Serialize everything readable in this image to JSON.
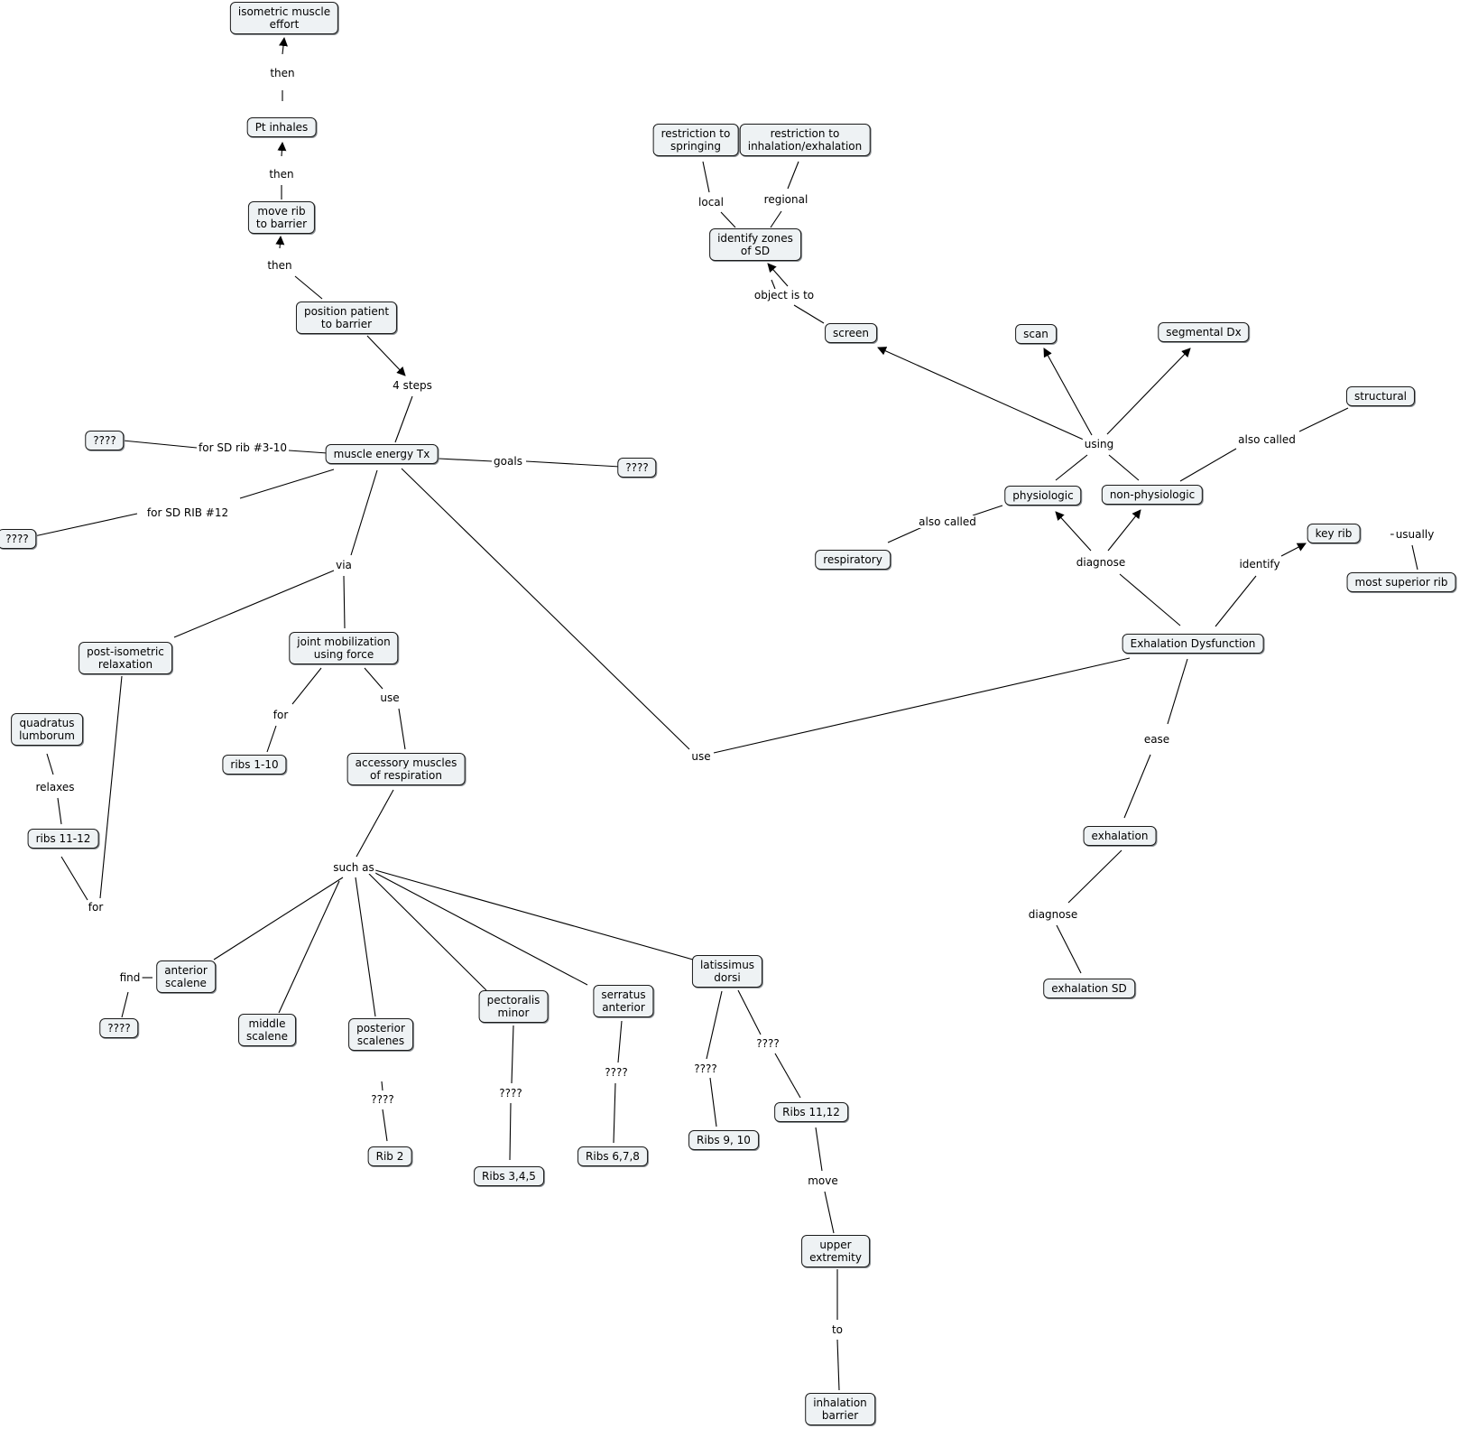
{
  "nodes": [
    {
      "id": "iso",
      "text": "isometric muscle\neffort"
    },
    {
      "id": "ptin",
      "text": "Pt inhales"
    },
    {
      "id": "moverib",
      "text": "move rib\nto barrier"
    },
    {
      "id": "pospat",
      "text": "position patient\nto barrier"
    },
    {
      "id": "met",
      "text": "muscle energy Tx"
    },
    {
      "id": "q1",
      "text": "????"
    },
    {
      "id": "q2",
      "text": "????"
    },
    {
      "id": "q3",
      "text": "????"
    },
    {
      "id": "pir",
      "text": "post-isometric\nrelaxation"
    },
    {
      "id": "jm",
      "text": "joint mobilization\nusing force"
    },
    {
      "id": "ribs110",
      "text": "ribs 1-10"
    },
    {
      "id": "acc",
      "text": "accessory muscles\nof respiration"
    },
    {
      "id": "ql",
      "text": "quadratus\nlumborum"
    },
    {
      "id": "ribs1112",
      "text": "ribs 11-12"
    },
    {
      "id": "antsc",
      "text": "anterior\nscalene"
    },
    {
      "id": "q4",
      "text": "????"
    },
    {
      "id": "midsc",
      "text": "middle\nscalene"
    },
    {
      "id": "postsc",
      "text": "posterior\nscalenes"
    },
    {
      "id": "rib2",
      "text": "Rib 2"
    },
    {
      "id": "pecmin",
      "text": "pectoralis\nminor"
    },
    {
      "id": "ribs345",
      "text": "Ribs 3,4,5"
    },
    {
      "id": "serr",
      "text": "serratus\nanterior"
    },
    {
      "id": "ribs678",
      "text": "Ribs 6,7,8"
    },
    {
      "id": "lat",
      "text": "latissimus\ndorsi"
    },
    {
      "id": "ribs910",
      "text": "Ribs 9, 10"
    },
    {
      "id": "ribs11c12",
      "text": "Ribs 11,12"
    },
    {
      "id": "upext",
      "text": "upper\nextremity"
    },
    {
      "id": "inhbar",
      "text": "inhalation\nbarrier"
    },
    {
      "id": "restspr",
      "text": "restriction to\nspringing"
    },
    {
      "id": "restinh",
      "text": "restriction to\ninhalation/exhalation"
    },
    {
      "id": "izsd",
      "text": "identify zones\nof SD"
    },
    {
      "id": "screen",
      "text": "screen"
    },
    {
      "id": "scan",
      "text": "scan"
    },
    {
      "id": "segdx",
      "text": "segmental Dx"
    },
    {
      "id": "structural",
      "text": "structural"
    },
    {
      "id": "physio",
      "text": "physiologic"
    },
    {
      "id": "nonphysio",
      "text": "non-physiologic"
    },
    {
      "id": "resp",
      "text": "respiratory"
    },
    {
      "id": "keyrib",
      "text": "key rib"
    },
    {
      "id": "msr",
      "text": "most superior rib"
    },
    {
      "id": "exdys",
      "text": "Exhalation Dysfunction"
    },
    {
      "id": "exh",
      "text": "exhalation"
    },
    {
      "id": "exsd",
      "text": "exhalation SD"
    }
  ],
  "links": [
    {
      "id": "l_then1",
      "text": "then"
    },
    {
      "id": "l_then2",
      "text": "then"
    },
    {
      "id": "l_then3",
      "text": "then"
    },
    {
      "id": "l_4steps",
      "text": "4 steps"
    },
    {
      "id": "l_sd310",
      "text": "for SD rib #3-10"
    },
    {
      "id": "l_goals",
      "text": "goals"
    },
    {
      "id": "l_sd12",
      "text": "for SD RIB #12"
    },
    {
      "id": "l_via",
      "text": "via"
    },
    {
      "id": "l_for1",
      "text": "for"
    },
    {
      "id": "l_use1",
      "text": "use"
    },
    {
      "id": "l_relaxes",
      "text": "relaxes"
    },
    {
      "id": "l_for2",
      "text": "for"
    },
    {
      "id": "l_suchas",
      "text": "such as"
    },
    {
      "id": "l_find",
      "text": "find"
    },
    {
      "id": "l_qq1",
      "text": "????"
    },
    {
      "id": "l_qq2",
      "text": "????"
    },
    {
      "id": "l_qq3",
      "text": "????"
    },
    {
      "id": "l_qq4",
      "text": "????"
    },
    {
      "id": "l_qq5",
      "text": "????"
    },
    {
      "id": "l_move",
      "text": "move"
    },
    {
      "id": "l_to",
      "text": "to"
    },
    {
      "id": "l_use2",
      "text": "use"
    },
    {
      "id": "l_local",
      "text": "local"
    },
    {
      "id": "l_regional",
      "text": "regional"
    },
    {
      "id": "l_objis",
      "text": "object is to"
    },
    {
      "id": "l_using",
      "text": "using"
    },
    {
      "id": "l_alsocalled1",
      "text": "also called"
    },
    {
      "id": "l_alsocalled2",
      "text": "also called"
    },
    {
      "id": "l_diagnose1",
      "text": "diagnose"
    },
    {
      "id": "l_identify",
      "text": "identify"
    },
    {
      "id": "l_usually",
      "text": "usually"
    },
    {
      "id": "l_ease",
      "text": "ease"
    },
    {
      "id": "l_diagnose2",
      "text": "diagnose"
    }
  ]
}
